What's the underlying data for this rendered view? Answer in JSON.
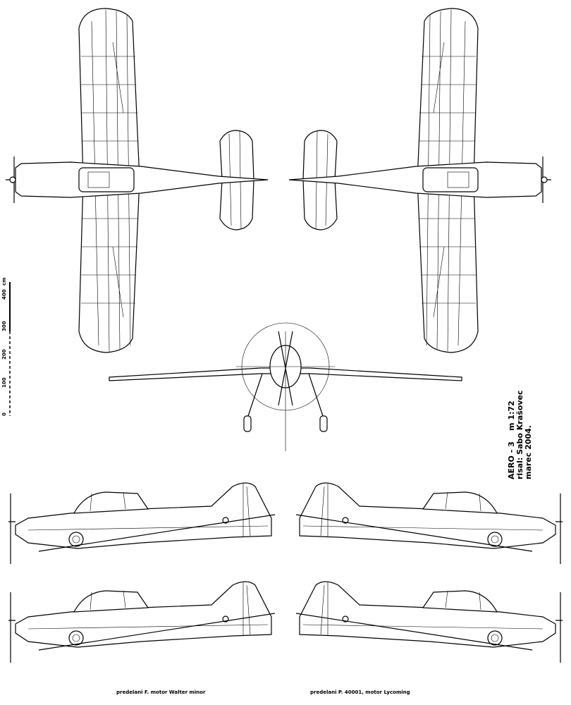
{
  "title_block": {
    "line1": "AERO - 3    m 1:72",
    "line2": "risal: Sabo Krašovec",
    "line3": "marec 2004."
  },
  "scale_bar": {
    "ticks": [
      "0",
      "100",
      "200",
      "300",
      "400"
    ],
    "unit": "cm"
  },
  "captions": {
    "left": "predelani F. motor Walter minor",
    "right": "predelani P. 40001, motor Lycoming"
  }
}
